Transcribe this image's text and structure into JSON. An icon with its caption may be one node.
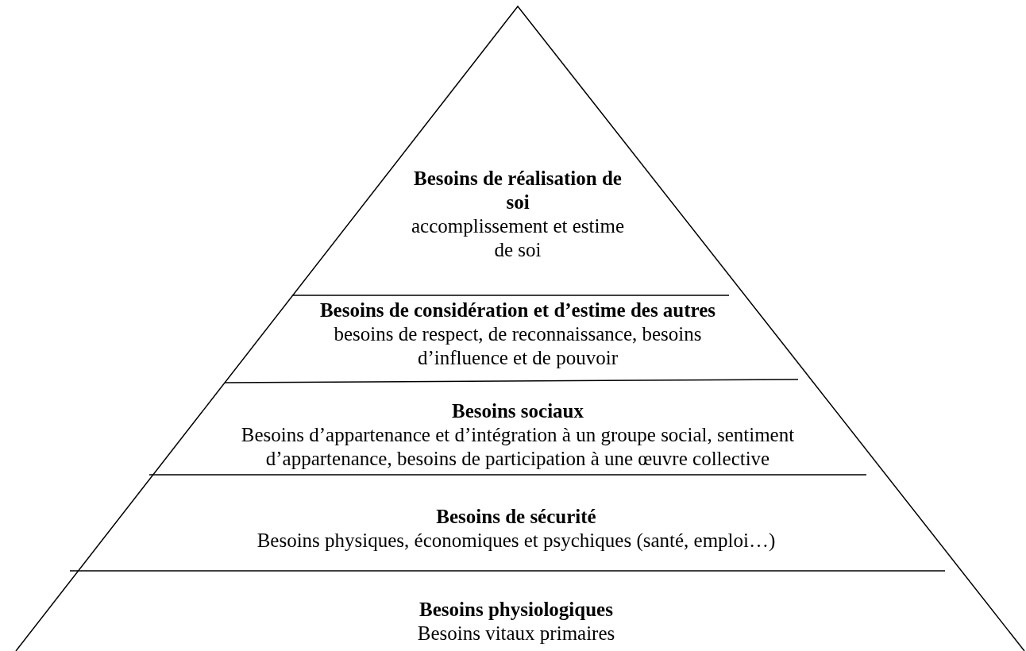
{
  "diagram": {
    "nodes": [
      {
        "text": [
          "Besoins de réalisation de soi",
          "accomplissement et estime de soi"
        ]
      },
      {
        "text": [
          "Besoins de considération et d’estime des autres",
          "besoins de respect, de reconnaissance, besoins d’influence et de pouvoir"
        ]
      },
      {
        "text": [
          "Besoins sociaux",
          "Besoins d’appartenance et d’intégration à un groupe social, sentiment d’appartenance, besoins de participation à une œuvre collective"
        ]
      },
      {
        "text": [
          "Besoins de sécurité",
          "Besoins physiques, économiques et psychiques (santé, emploi…)"
        ]
      },
      {
        "text": [
          "Besoins physiologiques",
          "Besoins vitaux primaires"
        ]
      }
    ],
    "edges": []
  }
}
